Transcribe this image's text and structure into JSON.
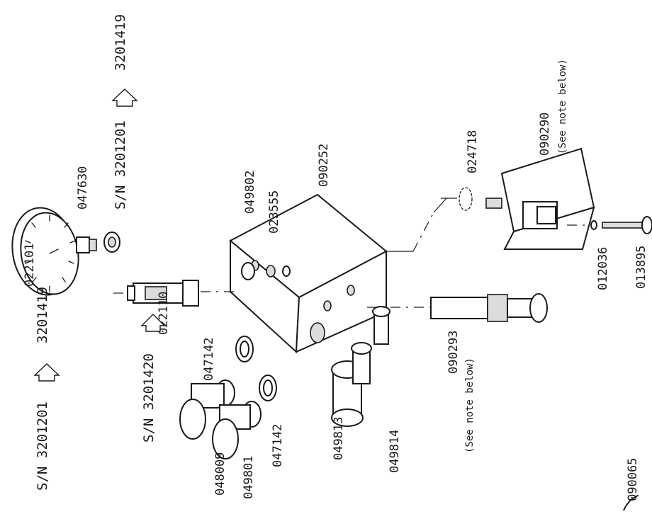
{
  "parts": {
    "p022101": "022101",
    "p047630": "047630",
    "p022110": "022110",
    "p047142_a": "047142",
    "p047142_b": "047142",
    "p048009": "048009",
    "p049801": "049801",
    "p049813": "049813",
    "p049814": "049814",
    "p049802": "049802",
    "p023555": "023555",
    "p090252": "090252",
    "p024718": "024718",
    "p090290": "090290",
    "p090293": "090293",
    "p012036": "012036",
    "p013895": "013895"
  },
  "serials": {
    "sn_left": "S/N  3201201",
    "sn_left_to": "3201419",
    "sn_mid": "S/N  3201420",
    "sn_right": "S/N  3201201",
    "sn_right_to": "3201419"
  },
  "notes": {
    "see_note_090290": "(See note below)",
    "see_note_090293": "(See note below)"
  },
  "drawing_number": "090065"
}
